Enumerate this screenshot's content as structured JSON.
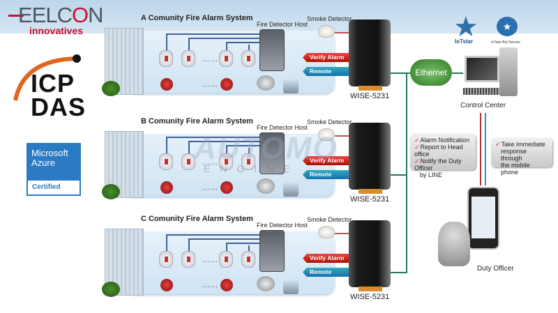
{
  "brand": {
    "name_part1": "EELC",
    "name_o": "O",
    "name_part2": "N",
    "tagline": "innovatives"
  },
  "logos": {
    "icpdas": [
      "ICP",
      "DAS"
    ],
    "azure": {
      "line1": "Microsoft",
      "line2": "Azure",
      "badge": "Certified"
    },
    "iotstar": "IoTstar",
    "iotstar_bot": "IoTstar Bot Service"
  },
  "systems": [
    {
      "title": "A Comunity Fire Alarm  System",
      "host": "Fire Detector Host",
      "smoke": "Smoke Detector",
      "verify": "Verify Alarm",
      "remote": "Remote Control",
      "device": "WISE-5231",
      "ellipsis": "......"
    },
    {
      "title": "B Comunity Fire Alarm  System",
      "host": "Fire Detector Host",
      "smoke": "Smoke Detector",
      "verify": "Verify Alarm",
      "remote": "Remote Control",
      "device": "WISE-5231",
      "ellipsis": "......"
    },
    {
      "title": "C Comunity Fire Alarm  System",
      "host": "Fire Detector Host",
      "smoke": "Smoke Detector",
      "verify": "Verify Alarm",
      "remote": "Remote Control",
      "device": "WISE-5231",
      "ellipsis": "......"
    }
  ],
  "network": {
    "ethernet": "Ethernet",
    "control_center": "Control  Center",
    "duty_officer": "Duty Officer"
  },
  "callout_left": [
    "Alarm Notification",
    "Report to Head office",
    "Notify the Duty Officer",
    "by LINE"
  ],
  "callout_right": [
    "Take immediate",
    "response through",
    "the mobile phone"
  ],
  "watermark": {
    "main": "AUTOMO",
    "sub": "ENGINE"
  },
  "colors": {
    "bus": "#1f7a55",
    "verify": "#c8102e",
    "remote": "#1470b0",
    "brand_red": "#c8102e"
  }
}
